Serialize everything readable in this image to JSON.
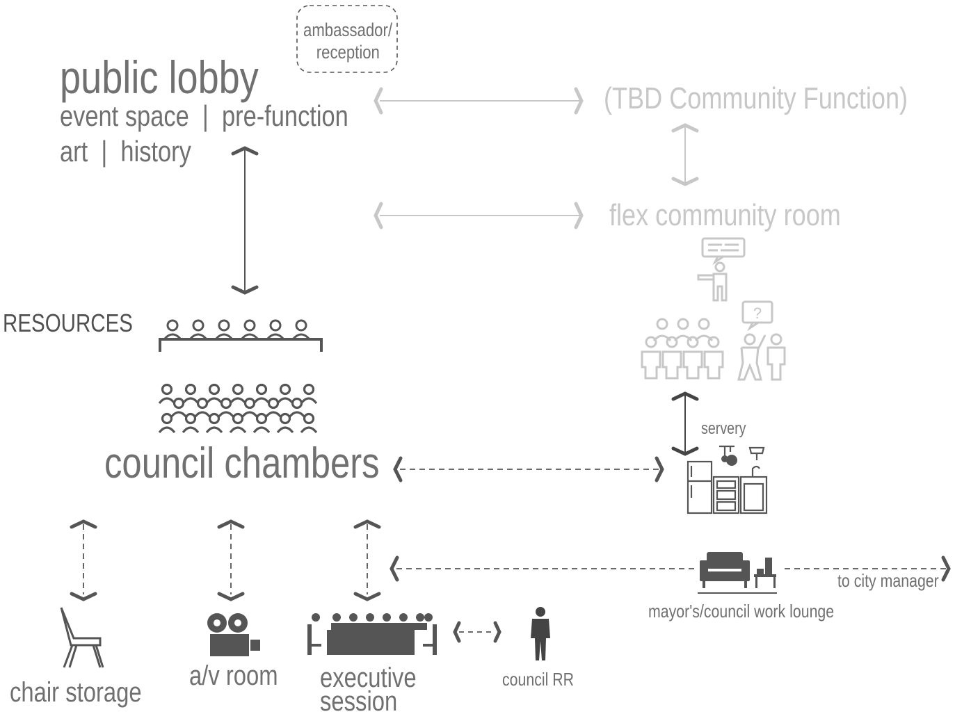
{
  "diagram": {
    "ambassador_label": "ambassador/\nreception",
    "public_lobby": {
      "title": "public lobby",
      "subtitle_1": "event space  |  pre-function",
      "subtitle_2": "art  |  history"
    },
    "tbd_function": "(TBD Community Function)",
    "flex_room": "flex community room",
    "resources": "RESOURCES",
    "council_chambers": "council chambers",
    "servery": "servery",
    "chair_storage": "chair storage",
    "av_room": "a/v room",
    "executive_session": "executive\nsession",
    "council_rr": "council RR",
    "work_lounge": "mayor's/council work lounge",
    "city_manager": "to city manager"
  },
  "colors": {
    "dark": "#505050",
    "medium": "#707070",
    "light": "#c7c7c7"
  },
  "icons": [
    "chair-icon",
    "film-camera-icon",
    "conference-table-icon",
    "person-icon",
    "sofa-icon",
    "kitchen-icon",
    "audience-icon",
    "presenter-icon",
    "dais-icon"
  ]
}
